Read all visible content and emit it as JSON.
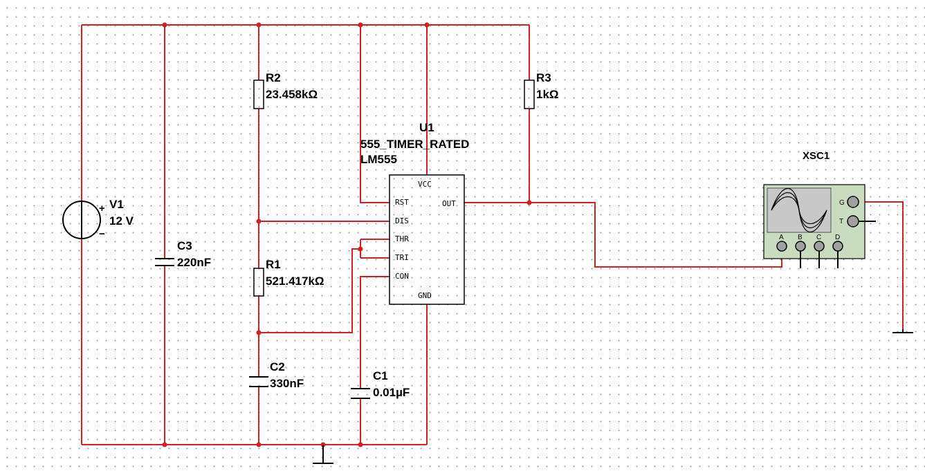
{
  "components": {
    "v1": {
      "ref": "V1",
      "value": "12 V",
      "plus": "+",
      "minus": "−"
    },
    "r1": {
      "ref": "R1",
      "value": "521.417kΩ"
    },
    "r2": {
      "ref": "R2",
      "value": "23.458kΩ"
    },
    "r3": {
      "ref": "R3",
      "value": "1kΩ"
    },
    "c1": {
      "ref": "C1",
      "value": "0.01µF"
    },
    "c2": {
      "ref": "C2",
      "value": "330nF"
    },
    "c3": {
      "ref": "C3",
      "value": "220nF"
    },
    "u1": {
      "ref": "U1",
      "model": "555_TIMER_RATED",
      "part": "LM555",
      "pins": {
        "vcc": "VCC",
        "rst": "RST",
        "out": "OUT",
        "dis": "DIS",
        "thr": "THR",
        "tri": "TRI",
        "con": "CON",
        "gnd": "GND"
      }
    },
    "xsc1": {
      "ref": "XSC1",
      "ch_a": "A",
      "ch_b": "B",
      "ch_c": "C",
      "ch_d": "D",
      "g": "G",
      "t": "T"
    }
  },
  "colors": {
    "wire": "#d42020",
    "scope_body": "#c8dcc0",
    "scope_screen": "#c8c8c8",
    "terminal": "#a0a0a0"
  }
}
